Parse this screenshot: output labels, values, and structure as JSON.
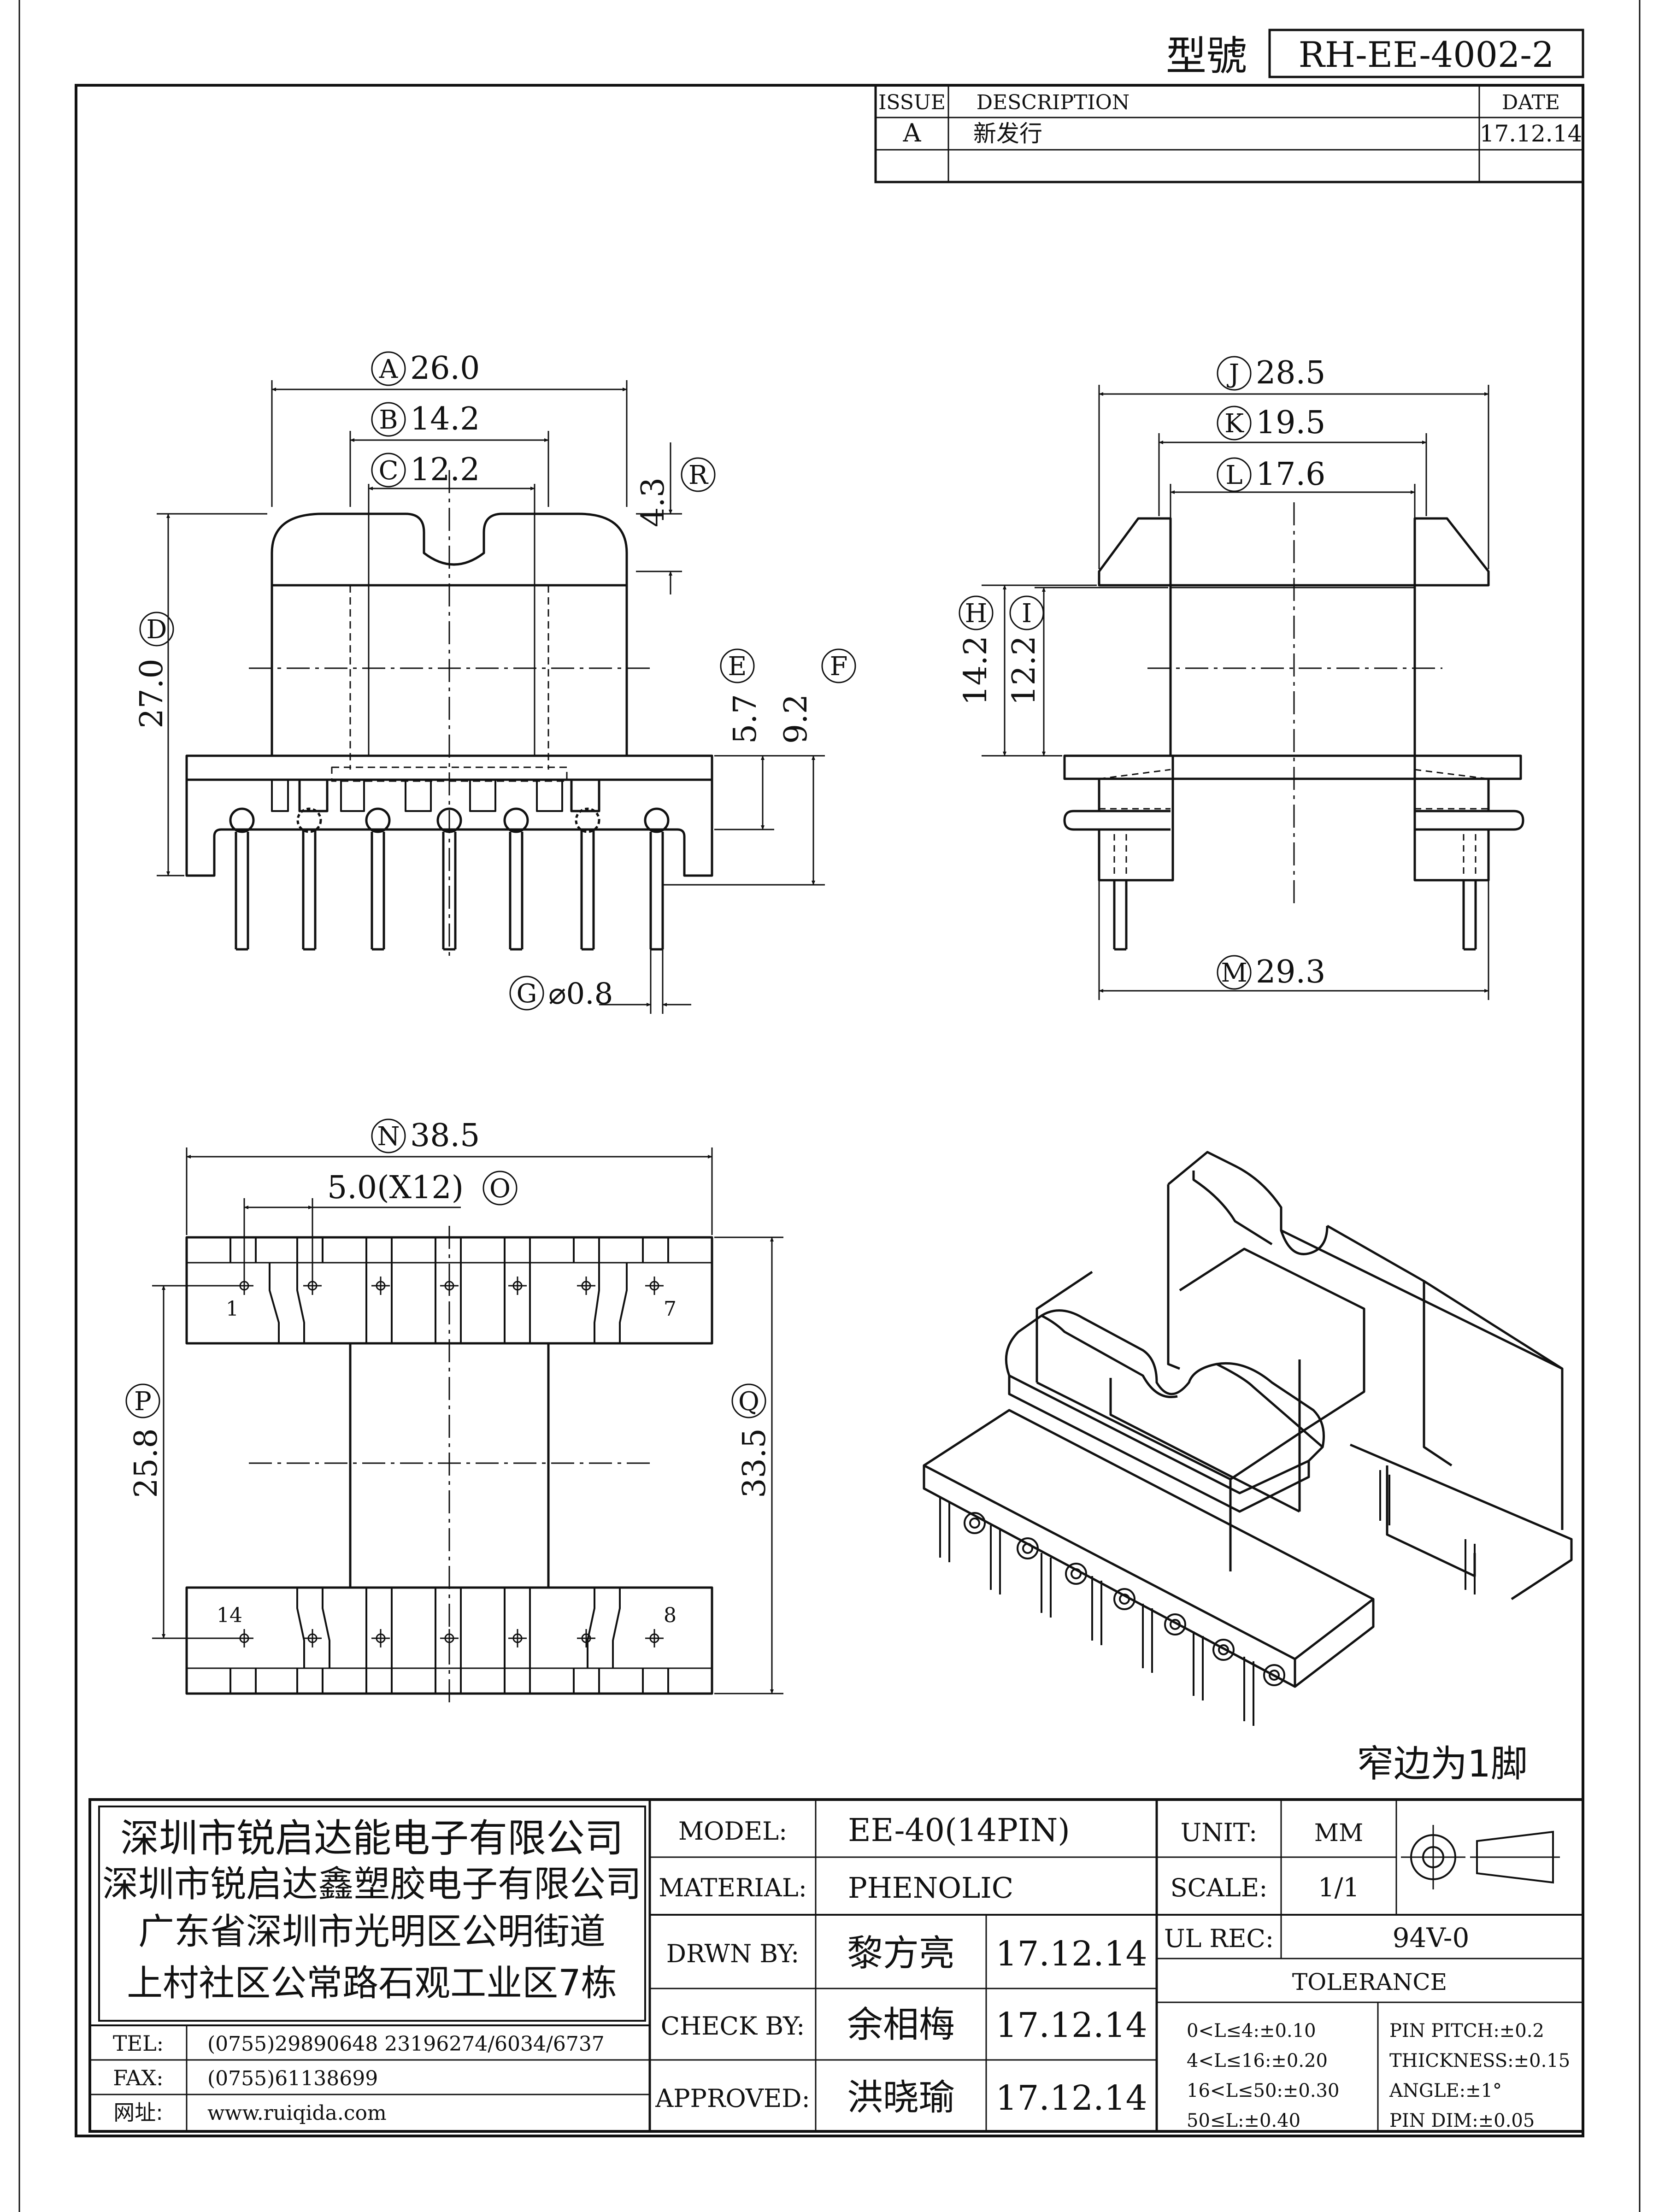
{
  "header": {
    "model_label": "型號",
    "model_value": "RH-EE-4002-2",
    "revision": {
      "col_issue": "ISSUE",
      "col_description": "DESCRIPTION",
      "col_date": "DATE",
      "rows": [
        {
          "issue": "A",
          "description": "新发行",
          "date": "17.12.14"
        }
      ]
    }
  },
  "dims": {
    "A": {
      "letter": "A",
      "value": "26.0"
    },
    "B": {
      "letter": "B",
      "value": "14.2"
    },
    "C": {
      "letter": "C",
      "value": "12.2"
    },
    "R": {
      "letter": "R",
      "value": "4.3"
    },
    "D": {
      "letter": "D",
      "value": "27.0"
    },
    "E": {
      "letter": "E",
      "value": "5.7"
    },
    "F": {
      "letter": "F",
      "value": "9.2"
    },
    "G": {
      "letter": "G",
      "value": "⌀0.8"
    },
    "J": {
      "letter": "J",
      "value": "28.5"
    },
    "K": {
      "letter": "K",
      "value": "19.5"
    },
    "L": {
      "letter": "L",
      "value": "17.6"
    },
    "H": {
      "letter": "H",
      "value": "14.2"
    },
    "I": {
      "letter": "I",
      "value": "12.2"
    },
    "M": {
      "letter": "M",
      "value": "29.3"
    },
    "N": {
      "letter": "N",
      "value": "38.5"
    },
    "O": {
      "letter": "O",
      "value": "5.0(X12)"
    },
    "P": {
      "letter": "P",
      "value": "25.8"
    },
    "Q": {
      "letter": "Q",
      "value": "33.5"
    }
  },
  "pin_labels": {
    "p1": "1",
    "p7": "7",
    "p14": "14",
    "p8": "8"
  },
  "note": "窄边为1脚",
  "company": {
    "lines": [
      "深圳市锐启达能电子有限公司",
      "深圳市锐启达鑫塑胶电子有限公司",
      "广东省深圳市光明区公明街道",
      "上村社区公常路石观工业区7栋"
    ],
    "tel_label": "TEL:",
    "tel": "(0755)29890648   23196274/6034/6737",
    "fax_label": "FAX:",
    "fax": "(0755)61138699",
    "web_label": "网址:",
    "web": "www.ruiqida.com"
  },
  "title_block": {
    "model_label": "MODEL:",
    "model": "EE-40(14PIN)",
    "material_label": "MATERIAL:",
    "material": "PHENOLIC",
    "drawn_label": "DRWN BY:",
    "drawn_name": "黎方亮",
    "drawn_date": "17.12.14",
    "check_label": "CHECK BY:",
    "check_name": "余相梅",
    "check_date": "17.12.14",
    "approved_label": "APPROVED:",
    "approved_name": "洪晓瑜",
    "approved_date": "17.12.14",
    "unit_label": "UNIT:",
    "unit": "MM",
    "scale_label": "SCALE:",
    "scale": "1/1",
    "ul_label": "UL REC:",
    "ul": "94V-0",
    "tolerance_label": "TOLERANCE",
    "tol_left": [
      "0<L≤4:±0.10",
      "4<L≤16:±0.20",
      "16<L≤50:±0.30",
      "50≤L:±0.40"
    ],
    "tol_right": [
      "PIN PITCH:±0.2",
      "THICKNESS:±0.15",
      "ANGLE:±1°",
      "PIN DIM:±0.05"
    ]
  },
  "icons": [
    "projection-symbol-icon"
  ]
}
